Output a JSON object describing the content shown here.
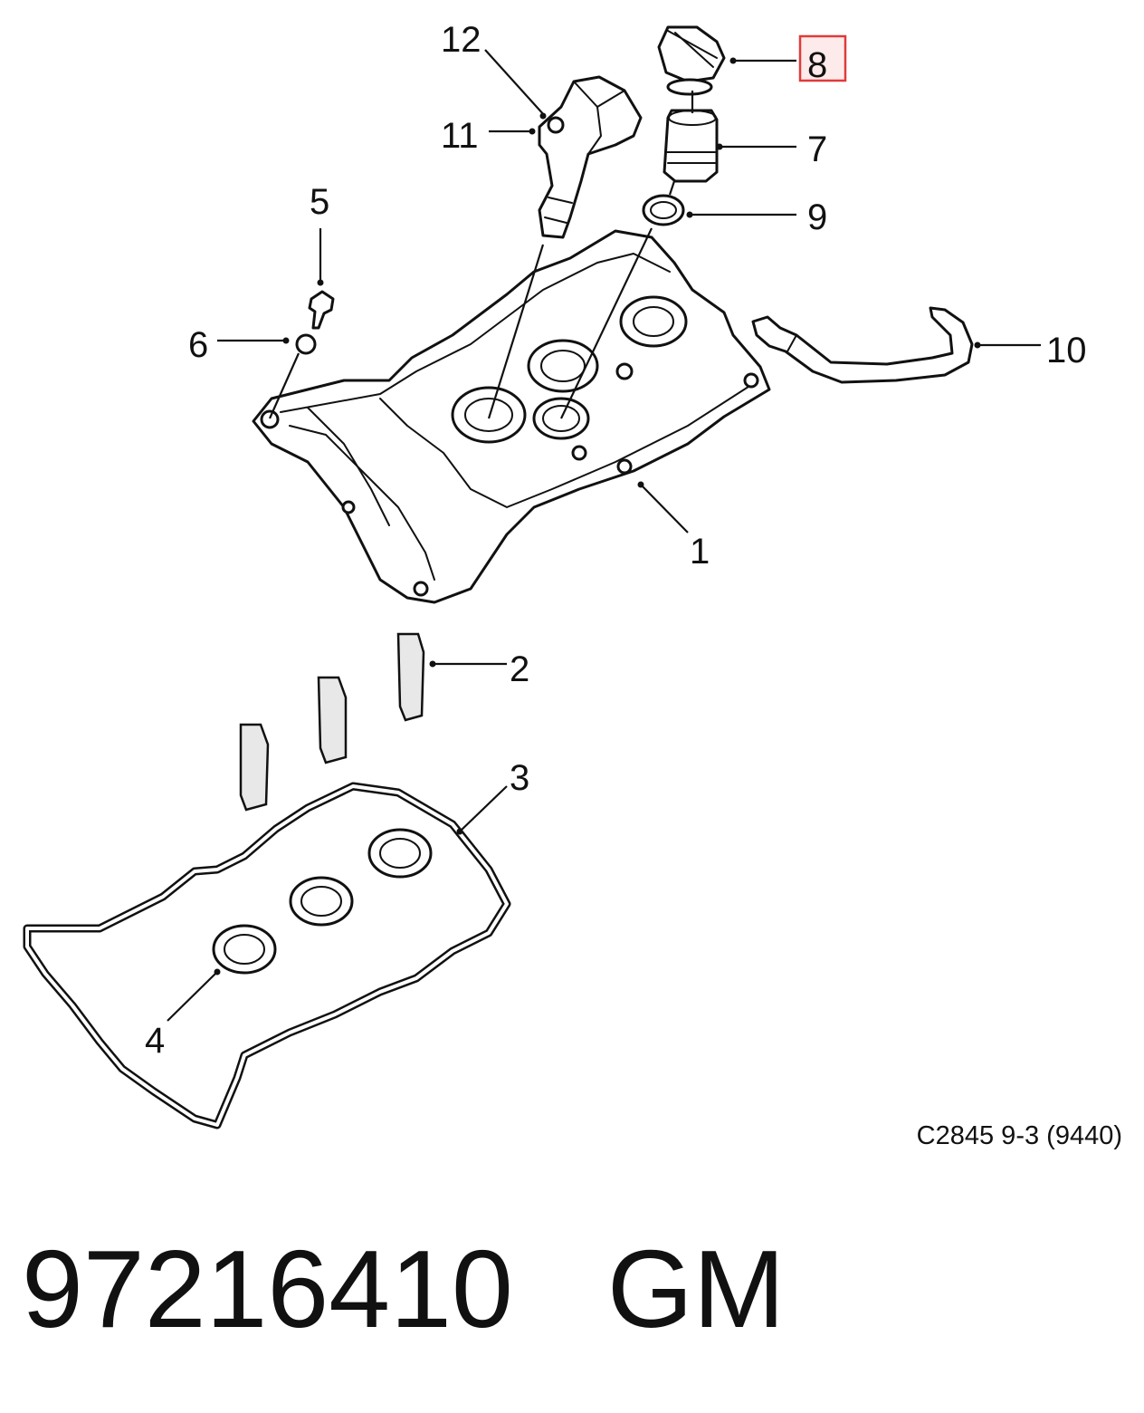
{
  "diagram": {
    "callouts": [
      {
        "id": "1",
        "label": "1"
      },
      {
        "id": "2",
        "label": "2"
      },
      {
        "id": "3",
        "label": "3"
      },
      {
        "id": "4",
        "label": "4"
      },
      {
        "id": "5",
        "label": "5"
      },
      {
        "id": "6",
        "label": "6"
      },
      {
        "id": "7",
        "label": "7"
      },
      {
        "id": "8",
        "label": "8",
        "highlighted": true
      },
      {
        "id": "9",
        "label": "9"
      },
      {
        "id": "10",
        "label": "10"
      },
      {
        "id": "11",
        "label": "11"
      },
      {
        "id": "12",
        "label": "12"
      }
    ],
    "highlight_color": "#e03a3a",
    "caption": "C2845 9-3 (9440)"
  },
  "footer": {
    "part_number": "97216410",
    "brand": "GM"
  }
}
